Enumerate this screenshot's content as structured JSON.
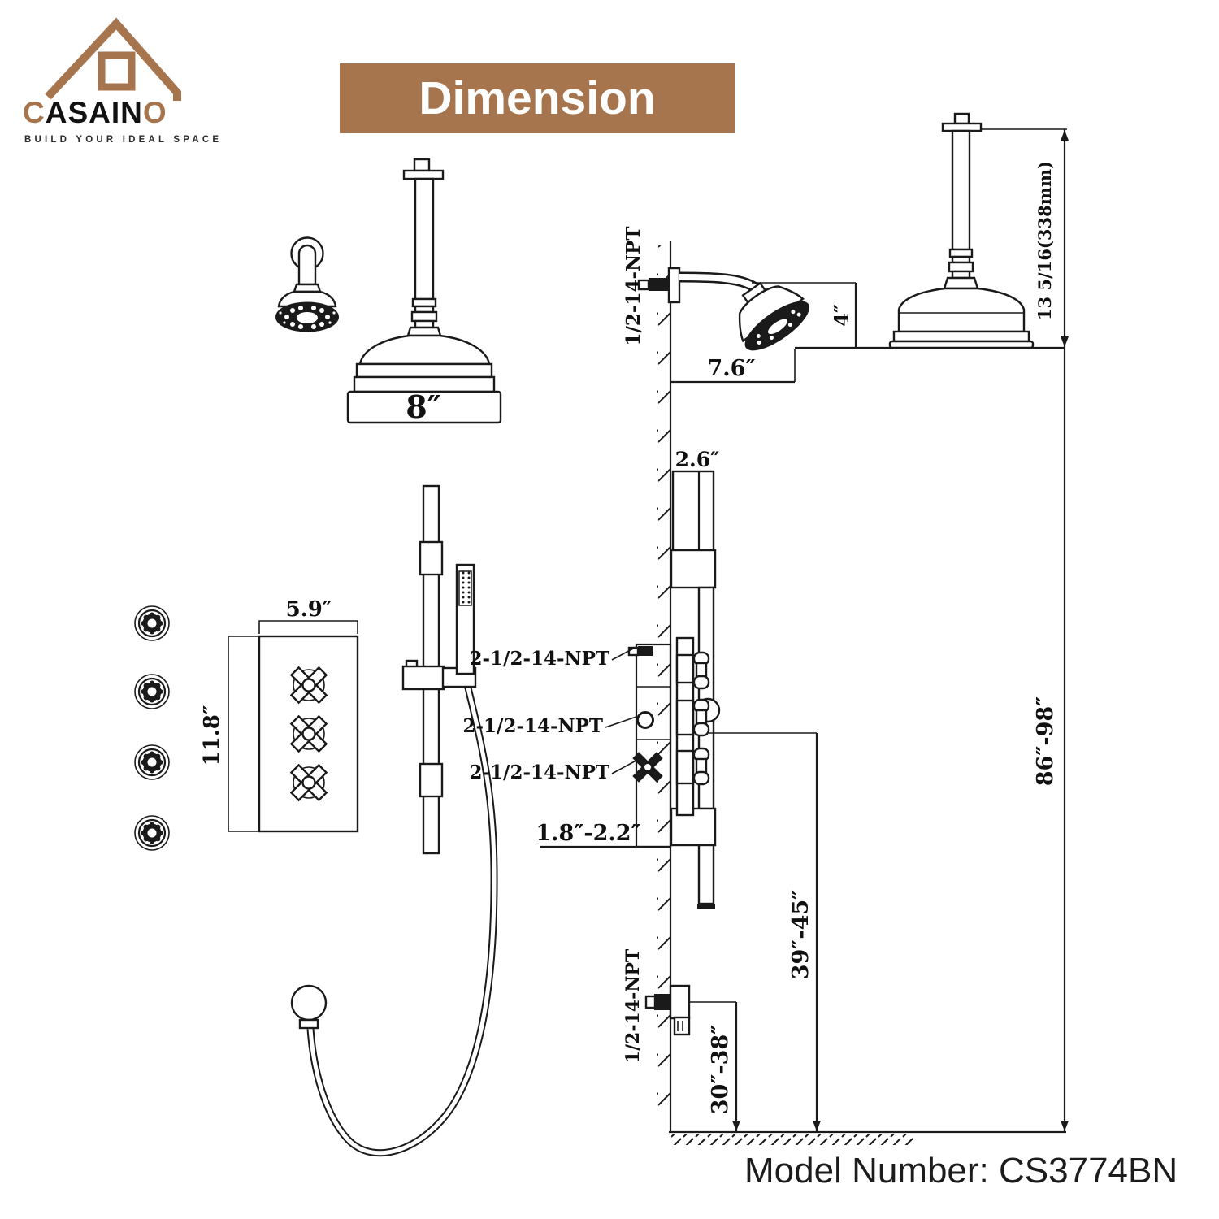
{
  "logo": {
    "c": "C",
    "mid": "ASAIN",
    "o": "O",
    "tagline": "BUILD YOUR IDEAL SPACE"
  },
  "banner": {
    "title": "Dimension"
  },
  "colors": {
    "brand_brown": "#A6754E",
    "line": "#1a1a1a"
  },
  "dims": {
    "d8": "8″",
    "d59": "5.9″",
    "d118": "11.8″",
    "npt_top": "1/2-14-NPT",
    "d76": "7.6″",
    "d4": "4″",
    "d26": "2.6″",
    "d1316": "13 5/16(338mm)",
    "d8698": "86″-98″",
    "npt1": "2-1/2-14-NPT",
    "npt2": "2-1/2-14-NPT",
    "npt3": "2-1/2-14-NPT",
    "d1822": "1.8″-2.2″",
    "d3945": "39″-45″",
    "d3038": "30″-38″",
    "npt_bot": "1/2-14-NPT"
  },
  "footer": {
    "model": "Model Number: CS3774BN"
  }
}
